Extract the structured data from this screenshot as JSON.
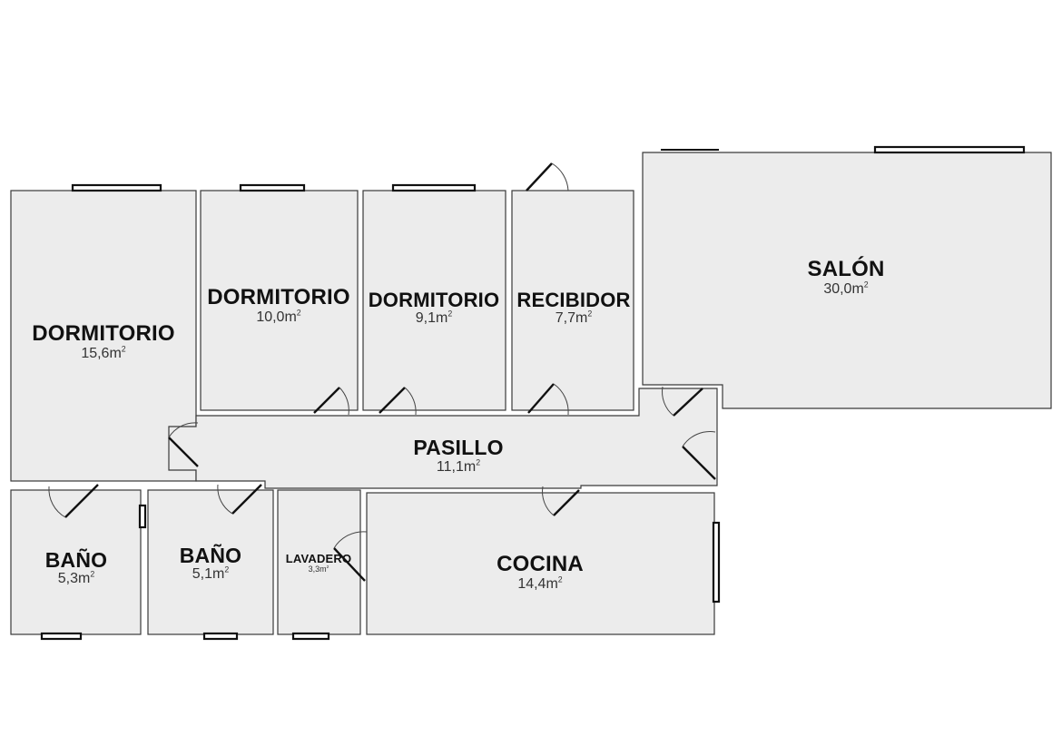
{
  "rooms": {
    "dormitorio_main": {
      "name": "DORMITORIO",
      "area": "15,6m",
      "unit_sup": "2"
    },
    "dormitorio_2": {
      "name": "DORMITORIO",
      "area": "10,0m",
      "unit_sup": "2"
    },
    "dormitorio_3": {
      "name": "DORMITORIO",
      "area": "9,1m",
      "unit_sup": "2"
    },
    "recibidor": {
      "name": "RECIBIDOR",
      "area": "7,7m",
      "unit_sup": "2"
    },
    "salon": {
      "name": "SALÓN",
      "area": "30,0m",
      "unit_sup": "2"
    },
    "pasillo": {
      "name": "PASILLO",
      "area": "11,1m",
      "unit_sup": "2"
    },
    "bano_1": {
      "name": "BAÑO",
      "area": "5,3m",
      "unit_sup": "2"
    },
    "bano_2": {
      "name": "BAÑO",
      "area": "5,1m",
      "unit_sup": "2"
    },
    "lavadero": {
      "name": "LAVADERO",
      "area": "3,3m",
      "unit_sup": "2"
    },
    "cocina": {
      "name": "COCINA",
      "area": "14,4m",
      "unit_sup": "2"
    }
  },
  "colors": {
    "room_fill": "#ececec",
    "wall": "#3a3a3a",
    "window": "#111111"
  }
}
